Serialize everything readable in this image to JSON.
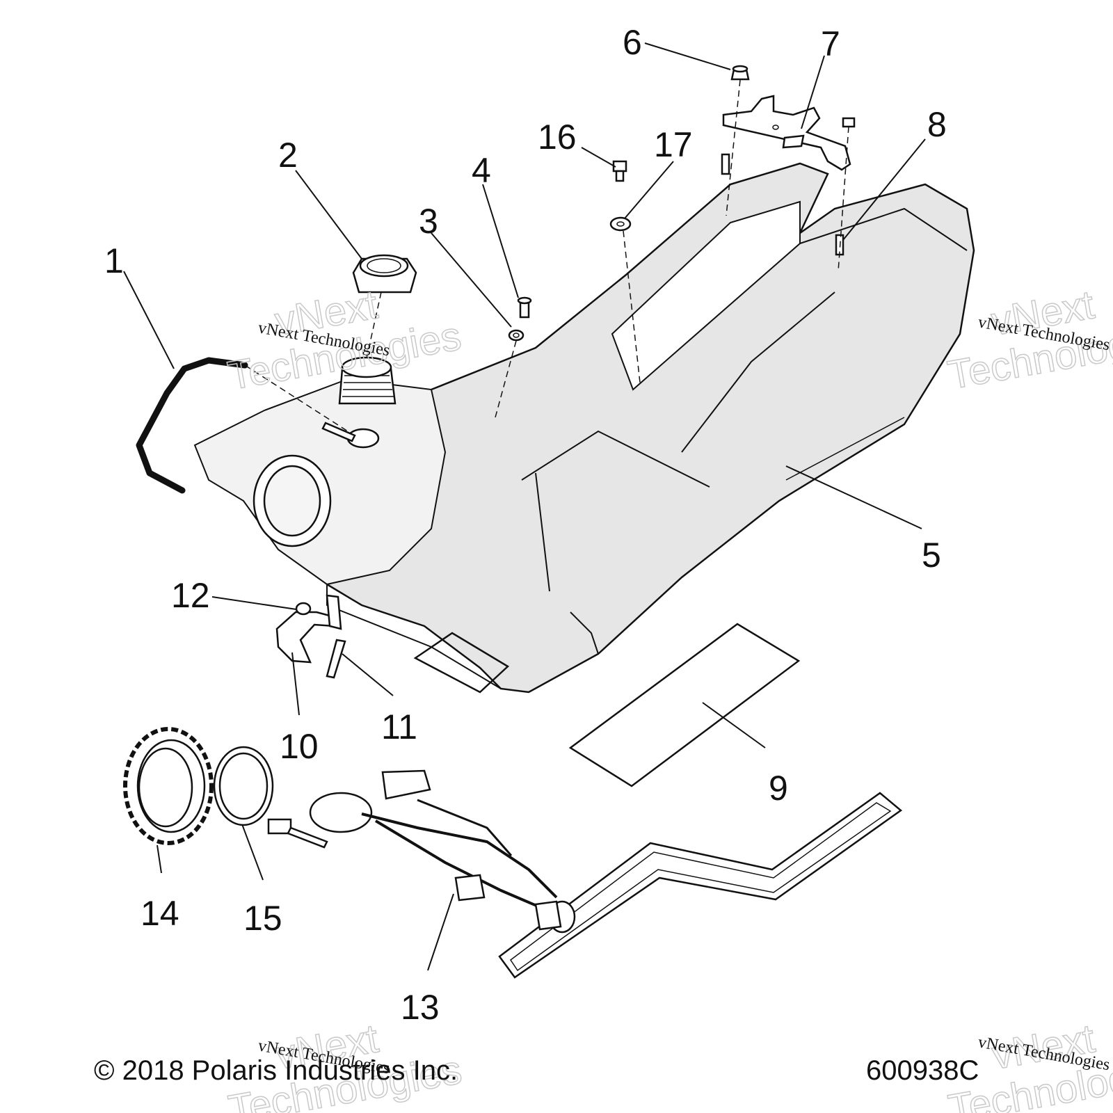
{
  "callouts": [
    {
      "id": "1",
      "label": "1"
    },
    {
      "id": "2",
      "label": "2"
    },
    {
      "id": "3",
      "label": "3"
    },
    {
      "id": "4",
      "label": "4"
    },
    {
      "id": "5",
      "label": "5"
    },
    {
      "id": "6",
      "label": "6"
    },
    {
      "id": "7",
      "label": "7"
    },
    {
      "id": "8",
      "label": "8"
    },
    {
      "id": "9",
      "label": "9"
    },
    {
      "id": "10",
      "label": "10"
    },
    {
      "id": "11",
      "label": "11"
    },
    {
      "id": "12",
      "label": "12"
    },
    {
      "id": "13",
      "label": "13"
    },
    {
      "id": "14",
      "label": "14"
    },
    {
      "id": "15",
      "label": "15"
    },
    {
      "id": "16",
      "label": "16"
    },
    {
      "id": "17",
      "label": "17"
    }
  ],
  "copyright": "© 2018 Polaris Industries Inc.",
  "diagram_number": "600938C",
  "watermark": {
    "line1": "vNext Technologies",
    "big1": "vNext",
    "big2": "Technologies"
  },
  "colors": {
    "ink": "#111111",
    "tank_fill": "#e6e6e6",
    "watermark_outline": "#c9c9c9"
  }
}
